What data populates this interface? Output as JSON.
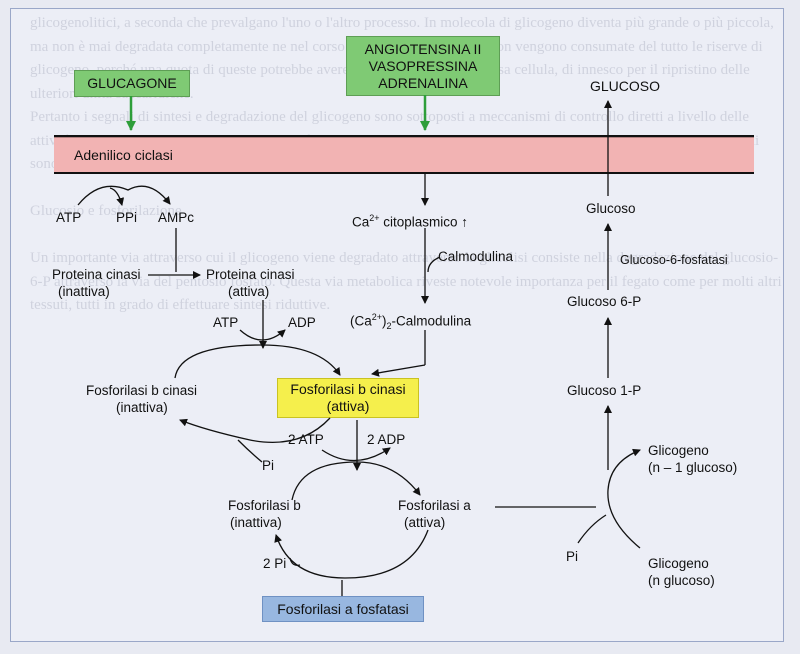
{
  "background_text": "glicogenolitici, a seconda che prevalgano l'uno o l'altro processo. In molecola di glicogeno diventa più grande o più piccola, ma non è mai degradata completamente ne nel corso del digiuno prolungato non vengono consumate del tutto le riserve di glicogeno, perché una quota di queste potrebbe avere una funzione, per la stessa cellula, di innesco per il ripristino delle ulteriori unità saccaridiche.\nPertanto i segnali di sintesi e degradazione del glicogeno sono sottoposti a meccanismi di controllo diretti a livello delle attività enzimatiche, ad opera di substrati e cofattori, ed anche di modulazione dell'AMPc e degli ormoni. Questi controlli sono fra loro interdipendenti ed integrati in seguito alle variazioni della glicemia.\n\nGlucosio e fosforilazione\n\nUn importante via attraverso cui il glicogeno viene degradato attraverso la glicolisi consiste nella degradazione del glucosio-6-P attraverso la via del pentosio fosfato. Questa via metabolica riveste notevole importanza per il fegato come per molti altri tessuti, tutti in grado di effettuare sintesi riduttive.",
  "hormones": {
    "glucagone": "GLUCAGONE",
    "angiotensina": "ANGIOTENSINA II",
    "vasopressina": "VASOPRESSINA",
    "adrenalina": "ADRENALINA"
  },
  "membrane_enzyme": "Adenilico ciclasi",
  "left_path": {
    "atp": "ATP",
    "ppi": "PPi",
    "ampc": "AMPc",
    "pk_inactive_1": "Proteina cinasi",
    "pk_inactive_2": "(inattiva)",
    "pk_active_1": "Proteina cinasi",
    "pk_active_2": "(attiva)",
    "atp2": "ATP",
    "adp2": "ADP"
  },
  "calcium_path": {
    "ca_cyto_prefix": "Ca",
    "ca_cyto_sup": "2+",
    "ca_cyto_suffix": " citoplasmico ↑",
    "calmodulina": "Calmodulina",
    "complex_prefix": "(Ca",
    "complex_sup": "2+",
    "complex_mid": ")",
    "complex_sub": "2",
    "complex_suffix": "-Calmodulina"
  },
  "kinase": {
    "inactive_1": "Fosforilasi b cinasi",
    "inactive_2": "(inattiva)",
    "active_1": "Fosforilasi b cinasi",
    "active_2": "(attiva)",
    "pi": "Pi",
    "atp2": "2 ATP",
    "adp2": "2 ADP"
  },
  "phosphorylase": {
    "b_1": "Fosforilasi b",
    "b_2": "(inattiva)",
    "a_1": "Fosforilasi a",
    "a_2": "(attiva)",
    "pi2": "2 Pi",
    "phosphatase": "Fosforilasi a fosfatasi"
  },
  "right_path": {
    "glucoso": "GLUCOSO",
    "glucoso_lower": "Glucoso",
    "g6p_enzyme": "Glucoso-6-fosfatasi",
    "g6p": "Glucoso 6-P",
    "g1p": "Glucoso 1-P",
    "glicogeno_n1_1": "Glicogeno",
    "glicogeno_n1_2": "(n – 1 glucoso)",
    "glicogeno_n_1": "Glicogeno",
    "glicogeno_n_2": "(n glucoso)",
    "pi": "Pi"
  },
  "colors": {
    "hormone_box": "#7fca74",
    "active_kinase_box": "#f5ef4c",
    "phosphatase_box": "#98b7e0",
    "membrane": "#f2b3b3"
  }
}
